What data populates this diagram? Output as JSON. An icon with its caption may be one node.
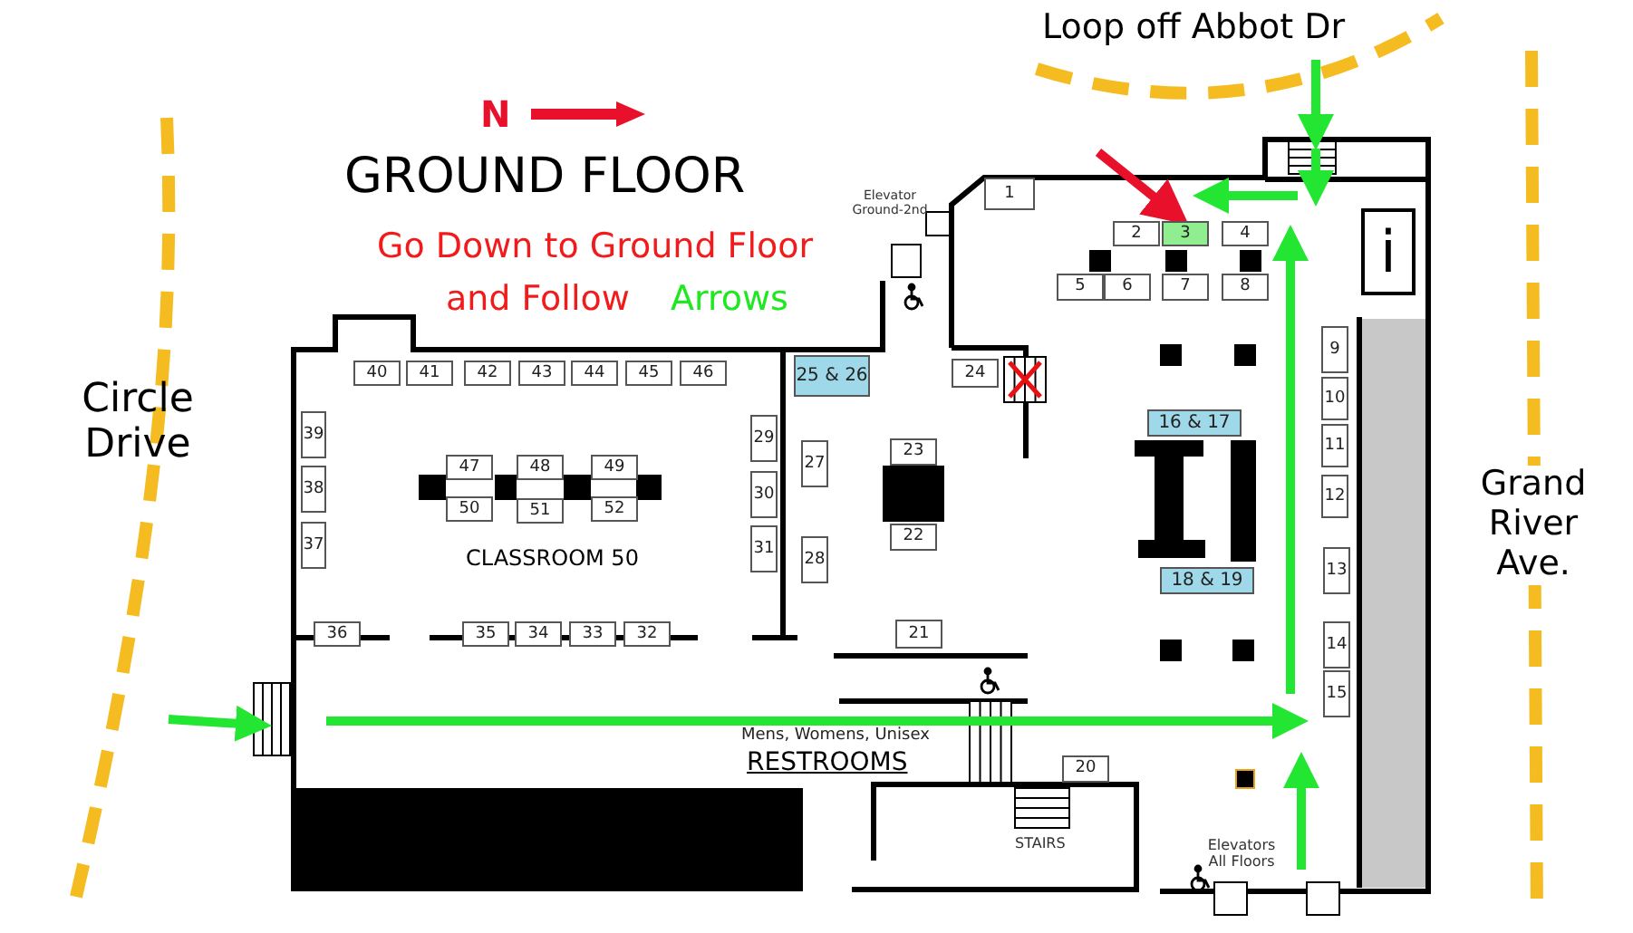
{
  "diagram": {
    "title": "GROUND FLOOR",
    "nodes": [
      {
        "text": [
          "1"
        ]
      },
      {
        "text": [
          "2"
        ]
      },
      {
        "text": [
          "3"
        ]
      },
      {
        "text": [
          "4"
        ]
      },
      {
        "text": [
          "i"
        ]
      },
      {
        "text": [
          "5"
        ]
      },
      {
        "text": [
          "6"
        ]
      },
      {
        "text": [
          "7"
        ]
      },
      {
        "text": [
          "8"
        ]
      },
      {
        "text": [
          "40"
        ]
      },
      {
        "text": [
          "41"
        ]
      },
      {
        "text": [
          "42"
        ]
      },
      {
        "text": [
          "43"
        ]
      },
      {
        "text": [
          "44"
        ]
      },
      {
        "text": [
          "45"
        ]
      },
      {
        "text": [
          "46"
        ]
      },
      {
        "text": [
          "25 & 26"
        ]
      },
      {
        "text": [
          "24"
        ]
      },
      {
        "text": [
          "9"
        ]
      },
      {
        "text": [
          "16 & 17"
        ]
      },
      {
        "text": [
          "39"
        ]
      },
      {
        "text": [
          "29"
        ]
      },
      {
        "text": [
          "10"
        ]
      },
      {
        "text": [
          "23"
        ]
      },
      {
        "text": [
          "27"
        ]
      },
      {
        "text": [
          "47"
        ]
      },
      {
        "text": [
          "48"
        ]
      },
      {
        "text": [
          "49"
        ]
      },
      {
        "text": [
          "11"
        ]
      },
      {
        "text": [
          "38"
        ]
      },
      {
        "text": [
          "30"
        ]
      },
      {
        "text": [
          "50"
        ]
      },
      {
        "text": [
          "51"
        ]
      },
      {
        "text": [
          "52"
        ]
      },
      {
        "text": [
          "12"
        ]
      },
      {
        "text": [
          "22"
        ]
      },
      {
        "text": [
          "37"
        ]
      },
      {
        "text": [
          "31"
        ]
      },
      {
        "text": [
          "28"
        ]
      },
      {
        "text": [
          "13"
        ]
      },
      {
        "text": [
          "18 & 19"
        ]
      },
      {
        "text": [
          "36"
        ]
      },
      {
        "text": [
          "35"
        ]
      },
      {
        "text": [
          "34"
        ]
      },
      {
        "text": [
          "33"
        ]
      },
      {
        "text": [
          "32"
        ]
      },
      {
        "text": [
          "21"
        ]
      },
      {
        "text": [
          "14"
        ]
      },
      {
        "text": [
          "15"
        ]
      },
      {
        "text": [
          "20"
        ]
      }
    ],
    "edges": [
      {
        "from": null,
        "to": 2,
        "arrow": "to"
      }
    ],
    "labels": [
      "Loop off Abbot Dr",
      "N",
      "Go Down to Ground Floor",
      "and Follow",
      "Arrows",
      "Elevator Ground-2nd",
      "Circle Drive",
      "Grand River Ave.",
      "CLASSROOM 50",
      "Mens, Womens, Unisex",
      "RESTROOMS",
      "STAIRS",
      "Elevators All Floors"
    ]
  }
}
